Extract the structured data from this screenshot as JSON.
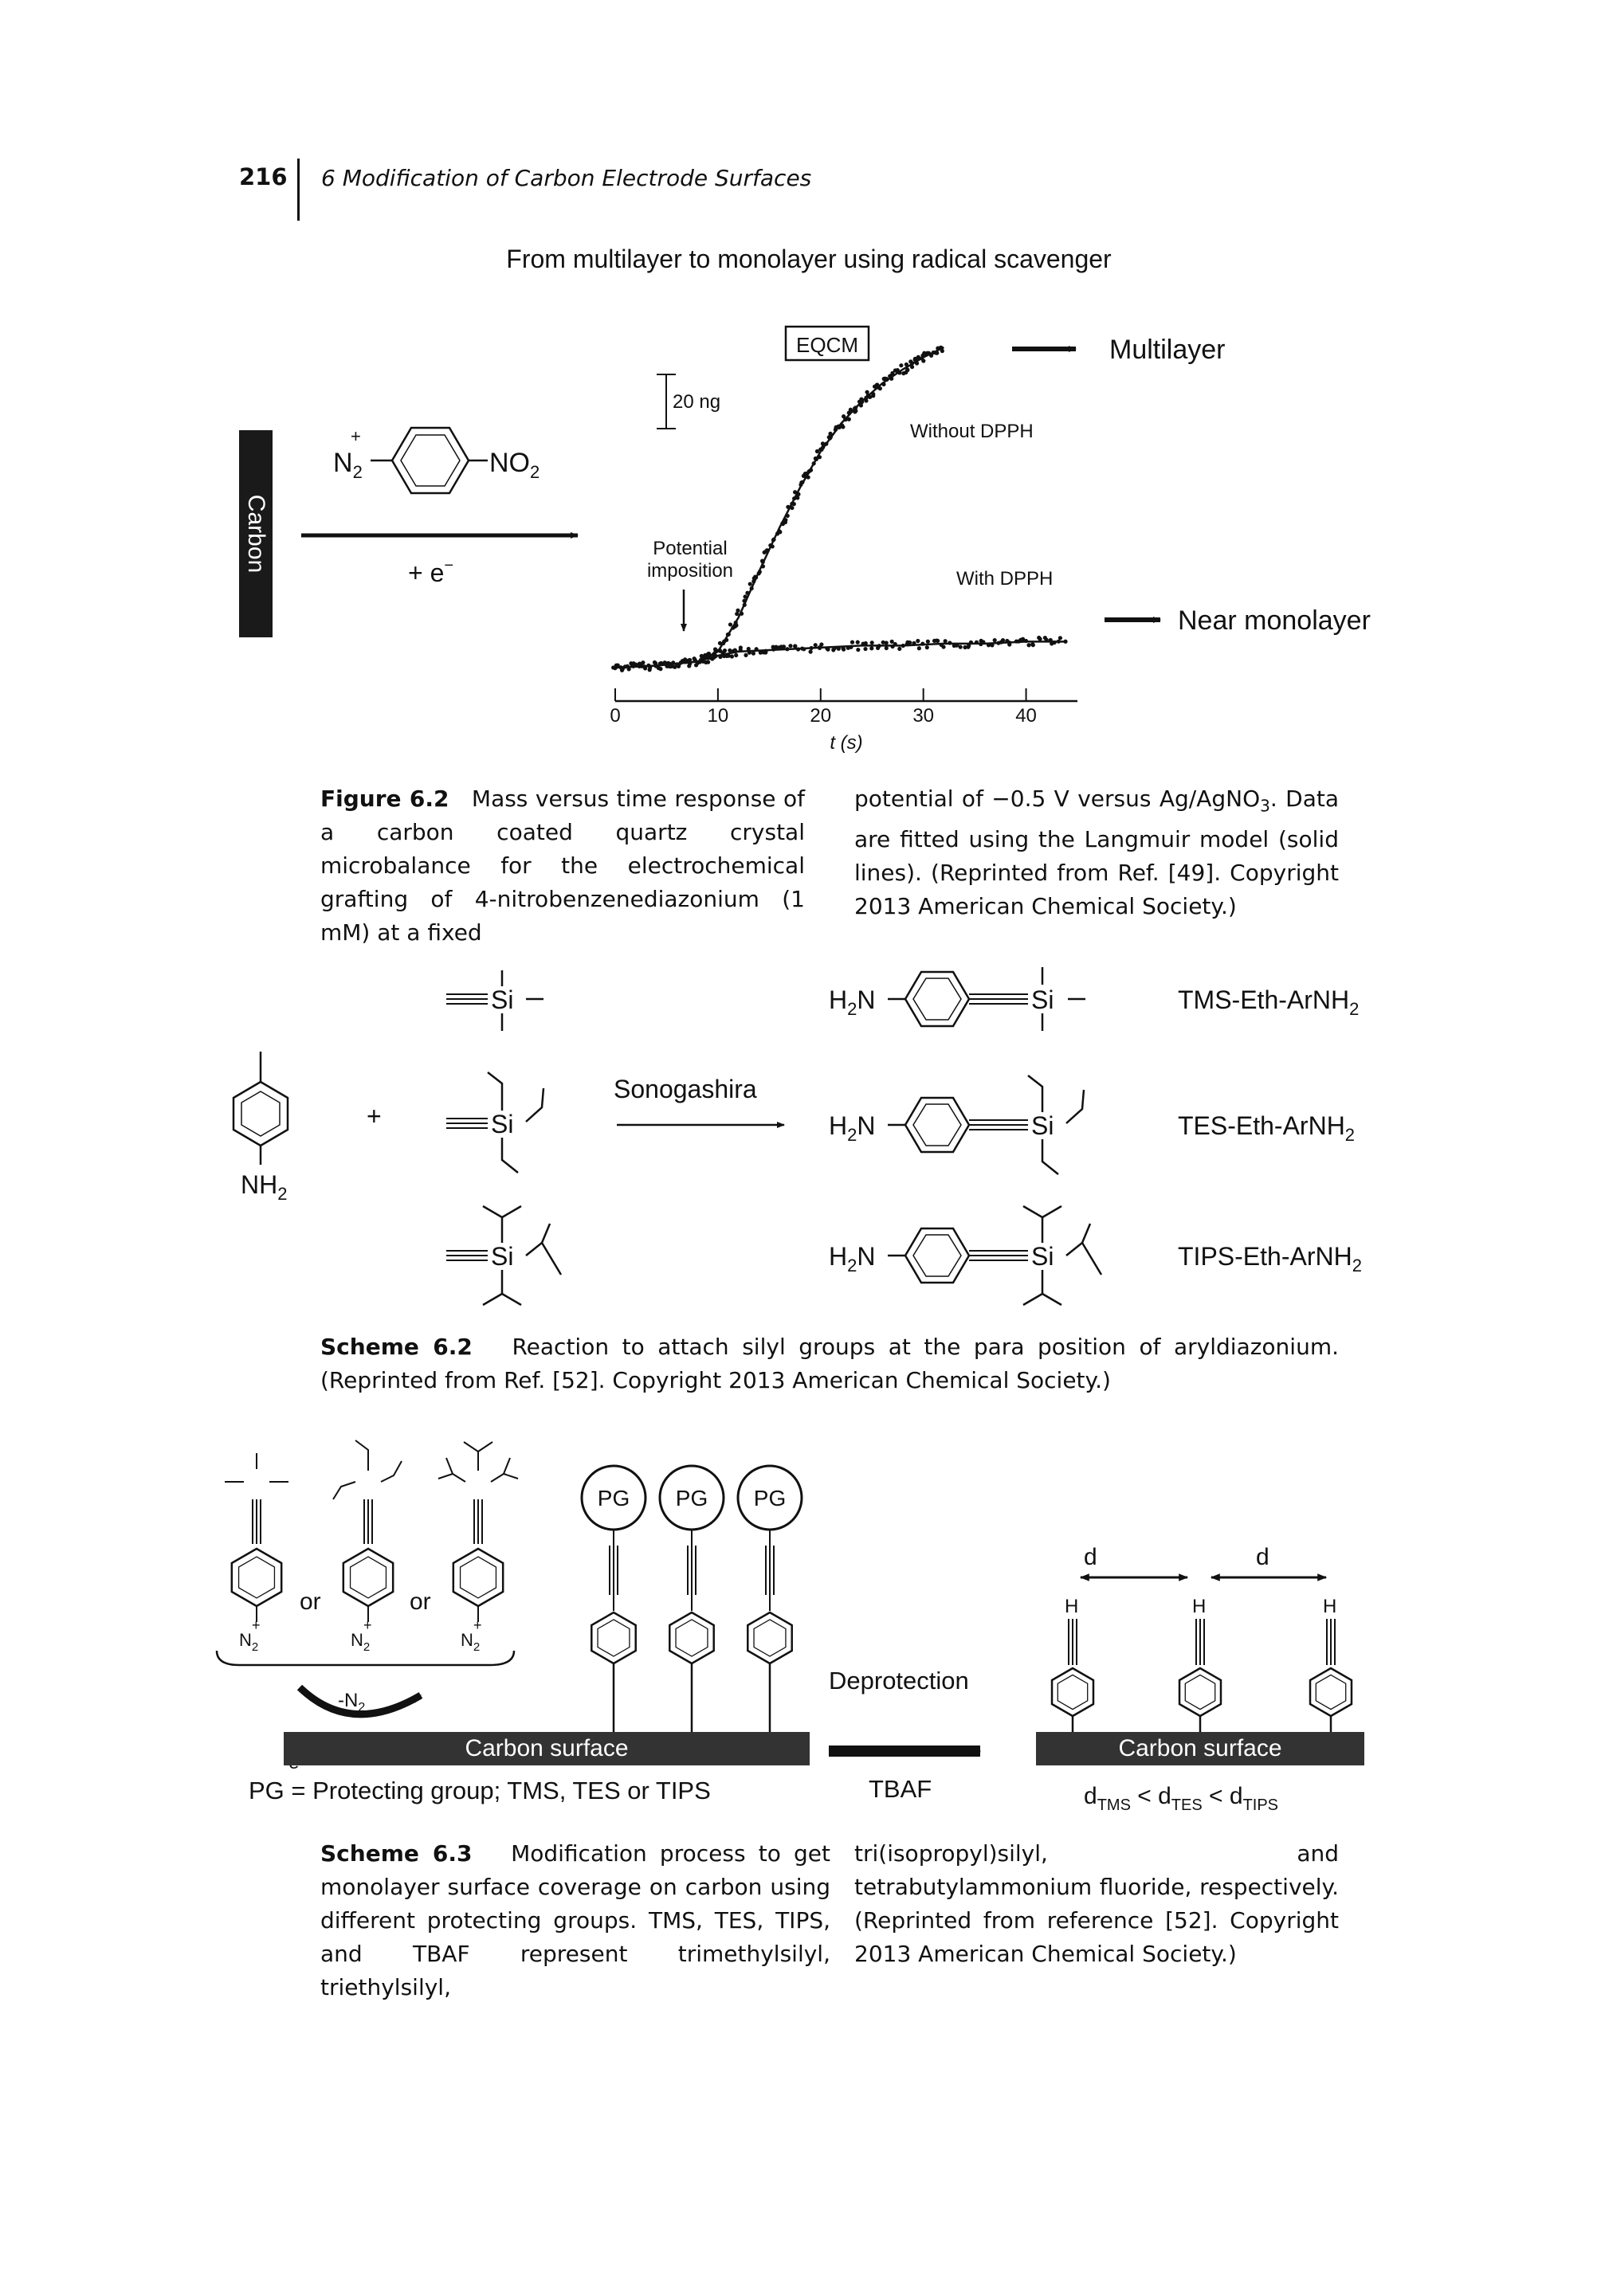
{
  "header": {
    "page_number": "216",
    "chapter_title": "6  Modification of Carbon Electrode Surfaces"
  },
  "side_tab": {
    "label": "Carbon"
  },
  "figure_6_2": {
    "panel_title": "From multilayer to monolayer using radical scavenger",
    "reagent_left": "N",
    "reagent_left_sub": "2",
    "reagent_left_sup": "+",
    "reagent_right": "NO",
    "reagent_right_sub": "2",
    "electron": "+ e",
    "electron_sup": "−",
    "eqcm_label": "EQCM",
    "scale_bar_label": "20 ng",
    "annotation_without": "Without DPPH",
    "annotation_with": "With DPPH",
    "annotation_potential_1": "Potential",
    "annotation_potential_2": "imposition",
    "outcome_top": "Multilayer",
    "outcome_bottom": "Near monolayer",
    "caption_label": "Figure 6.2",
    "caption_col1": "Mass versus time response of a carbon coated quartz crystal microbalance for the electrochemical grafting of 4-nitrobenzenediazonium (1 mM) at a fixed",
    "caption_col2_pre": "potential of −0.5 V versus Ag/AgNO",
    "caption_col2_sub": "3",
    "caption_col2_post": ". Data are fitted using the Langmuir model (solid lines). (Reprinted from Ref. [49]. Copyright 2013 American Chemical Society.)"
  },
  "chart_data": {
    "type": "scatter",
    "title": "",
    "xlabel": "t (s)",
    "ylabel": "",
    "xlim": [
      0,
      45
    ],
    "xticks": [
      "0",
      "10",
      "20",
      "30",
      "40"
    ],
    "series": [
      {
        "name": "Without DPPH",
        "x": [
          0,
          4,
          8,
          10,
          12,
          14,
          16,
          18,
          20,
          22,
          24,
          26,
          28,
          30,
          32
        ],
        "y": [
          0,
          1,
          3,
          8,
          25,
          48,
          70,
          90,
          108,
          122,
          133,
          142,
          149,
          155,
          160
        ]
      },
      {
        "name": "With DPPH",
        "x": [
          0,
          4,
          8,
          10,
          12,
          16,
          20,
          24,
          28,
          32,
          36,
          40,
          44
        ],
        "y": [
          0,
          1,
          3,
          6,
          8,
          9,
          10,
          11,
          11,
          12,
          12,
          13,
          13
        ]
      }
    ]
  },
  "scheme_6_2": {
    "si_label": "Si",
    "arrow_label": "Sonogashira",
    "nh2_label": "NH",
    "nh2_sub": "2",
    "h2n_label": "H",
    "h2n_sub": "2",
    "h2n_post": "N",
    "plus": "+",
    "products": [
      {
        "pre": "TMS-Eth-ArNH",
        "sub": "2"
      },
      {
        "pre": "TES-Eth-ArNH",
        "sub": "2"
      },
      {
        "pre": "TIPS-Eth-ArNH",
        "sub": "2"
      }
    ],
    "caption_label": "Scheme 6.2",
    "caption_text": "Reaction to attach silyl groups at the para position of aryldiazonium. (Reprinted from Ref. [52]. Copyright 2013 American Chemical Society.)"
  },
  "scheme_6_3": {
    "or_label": "or",
    "n2_label": "N",
    "n2_sub": "2",
    "n2_sup": "+",
    "minus_n2": "-N",
    "minus_n2_sub": "2",
    "electron_label": "e",
    "pg_label": "PG",
    "carbon_surface": "Carbon surface",
    "legend": "PG = Protecting group; TMS, TES or TIPS",
    "deprotection": "Deprotection",
    "tbaf": "TBAF",
    "h_label": "H",
    "d_label": "d",
    "d_relation": [
      {
        "pre": "d",
        "sub": "TMS"
      },
      {
        "pre": " < d",
        "sub": "TES"
      },
      {
        "pre": " < d",
        "sub": "TIPS"
      }
    ],
    "caption_label": "Scheme 6.3",
    "caption_col1": "Modification process to get monolayer surface coverage on carbon using different protecting groups. TMS, TES, TIPS, and TBAF represent trimethylsilyl, triethylsilyl,",
    "caption_col2": "tri(isopropyl)silyl, and tetrabutylammonium fluoride, respectively. (Reprinted from reference [52]. Copyright 2013 American Chemical Society.)"
  }
}
